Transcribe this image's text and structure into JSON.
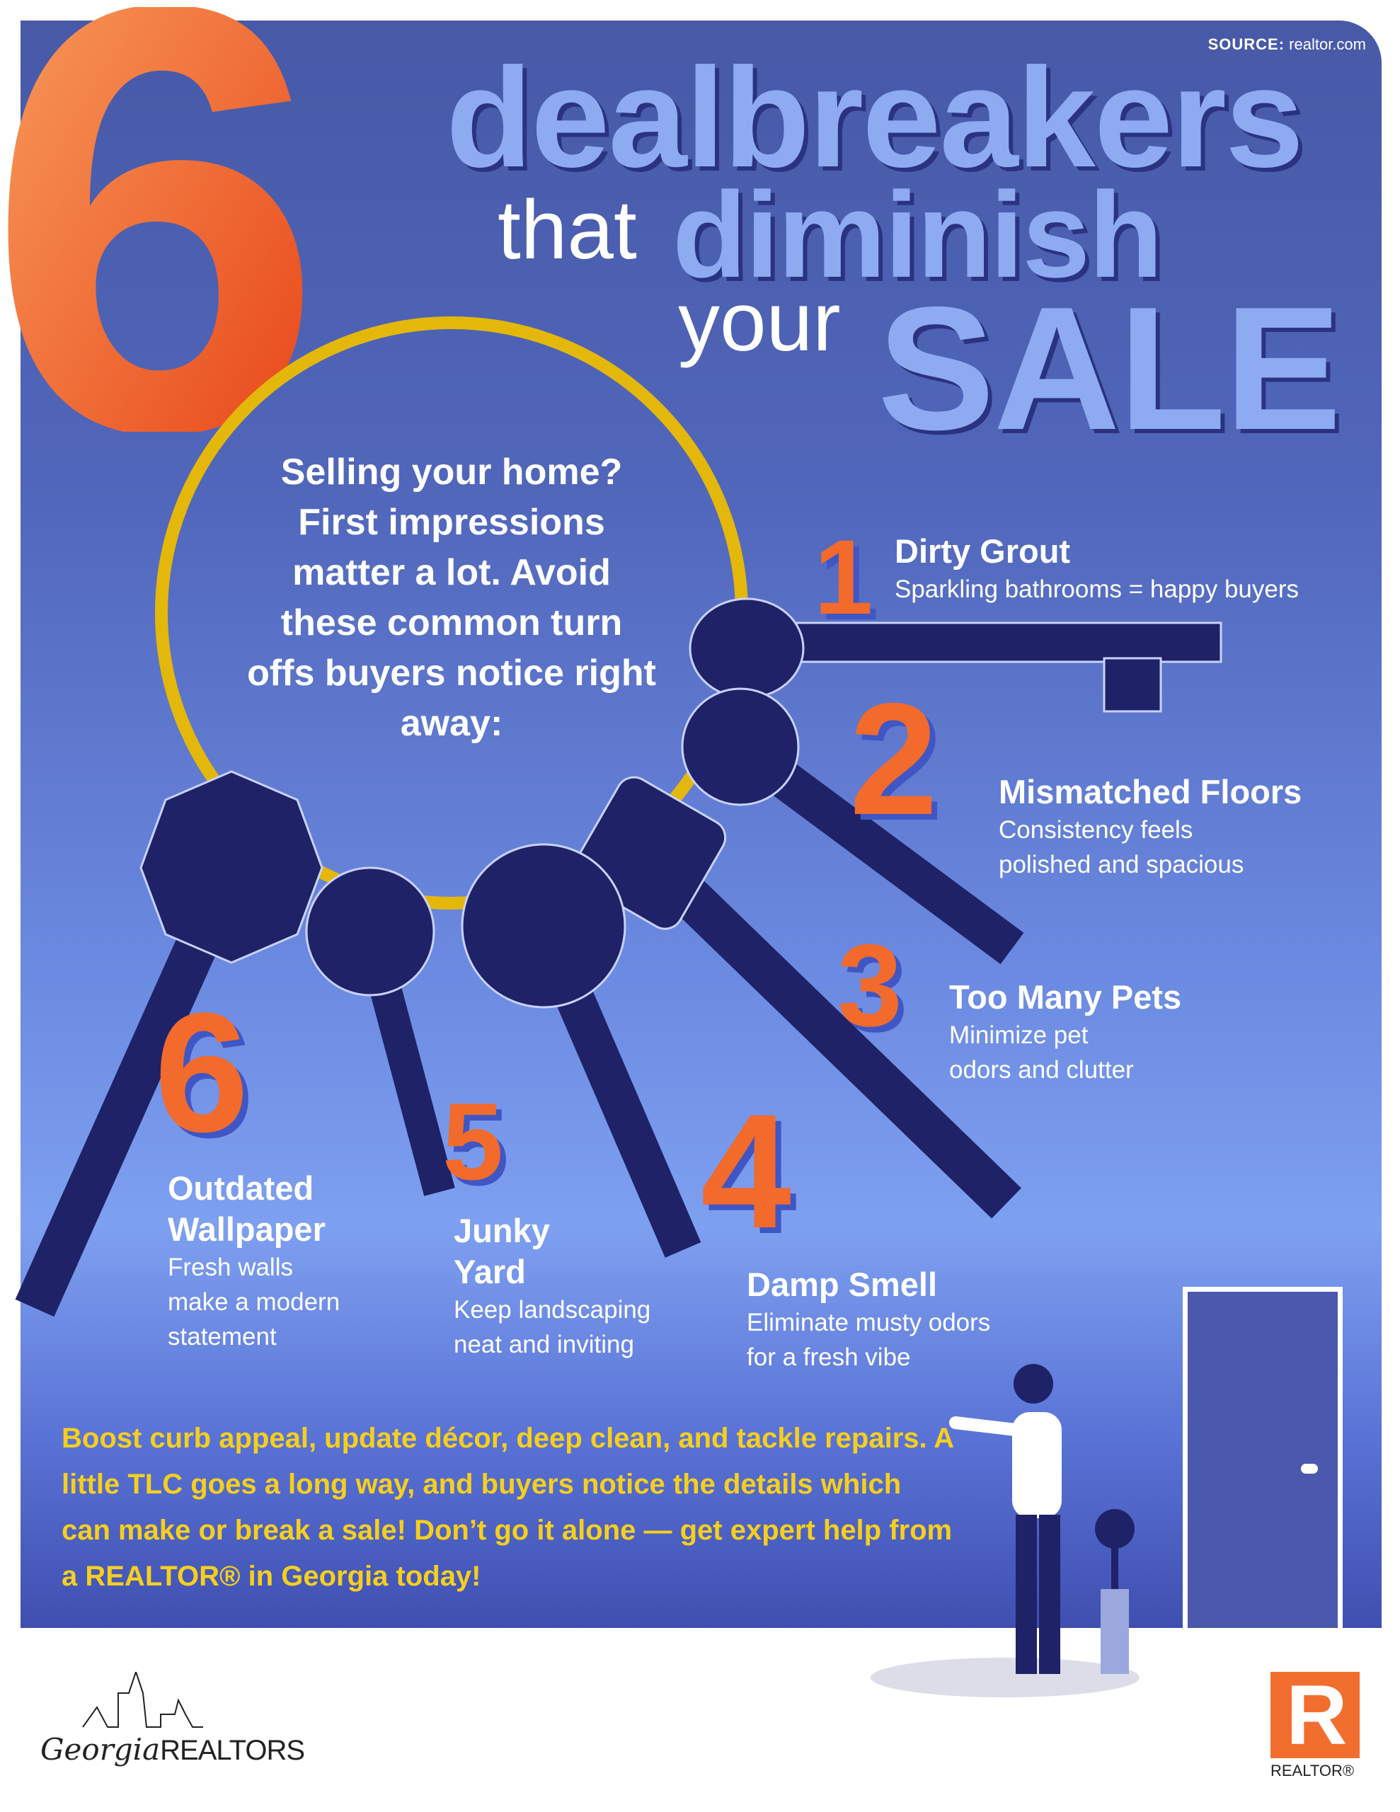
{
  "source": {
    "label": "SOURCE:",
    "value": "realtor.com"
  },
  "title": {
    "number": "6",
    "line1": "dealbreakers",
    "that": "that",
    "diminish": "diminish",
    "your": "your",
    "sale": "SALE"
  },
  "intro": "Selling your home? First impressions matter a lot. Avoid these common turn offs buyers notice right away:",
  "items": [
    {
      "number": "1",
      "title": "Dirty Grout",
      "desc": [
        "Sparkling bathrooms = happy buyers"
      ]
    },
    {
      "number": "2",
      "title": "Mismatched Floors",
      "desc": [
        "Consistency feels",
        "polished and spacious"
      ]
    },
    {
      "number": "3",
      "title": "Too Many Pets",
      "desc": [
        "Minimize pet",
        "odors and clutter"
      ]
    },
    {
      "number": "4",
      "title": "Damp Smell",
      "desc": [
        "Eliminate musty odors",
        "for a fresh vibe"
      ]
    },
    {
      "number": "5",
      "title": [
        "Junky",
        "Yard"
      ],
      "desc": [
        "Keep landscaping",
        "neat and inviting"
      ]
    },
    {
      "number": "6",
      "title": [
        "Outdated",
        "Wallpaper"
      ],
      "desc": [
        "Fresh walls",
        "make a modern",
        "statement"
      ]
    }
  ],
  "cta": "Boost curb appeal, update décor, deep clean, and tackle repairs. A little TLC goes a long way, and buyers notice the details which can make or break a sale! Don’t go it alone — get expert help from a REALTOR® in Georgia today!",
  "logos": {
    "georgia_script": "Georgia",
    "georgia_caps": "REALTORS",
    "realtor": "REALTOR®",
    "realtor_mark": "R"
  },
  "colors": {
    "orange": "#f26a2c",
    "navy": "#1f2266",
    "yellow": "#f6cf1e",
    "title_blue": "#8eabf2"
  }
}
